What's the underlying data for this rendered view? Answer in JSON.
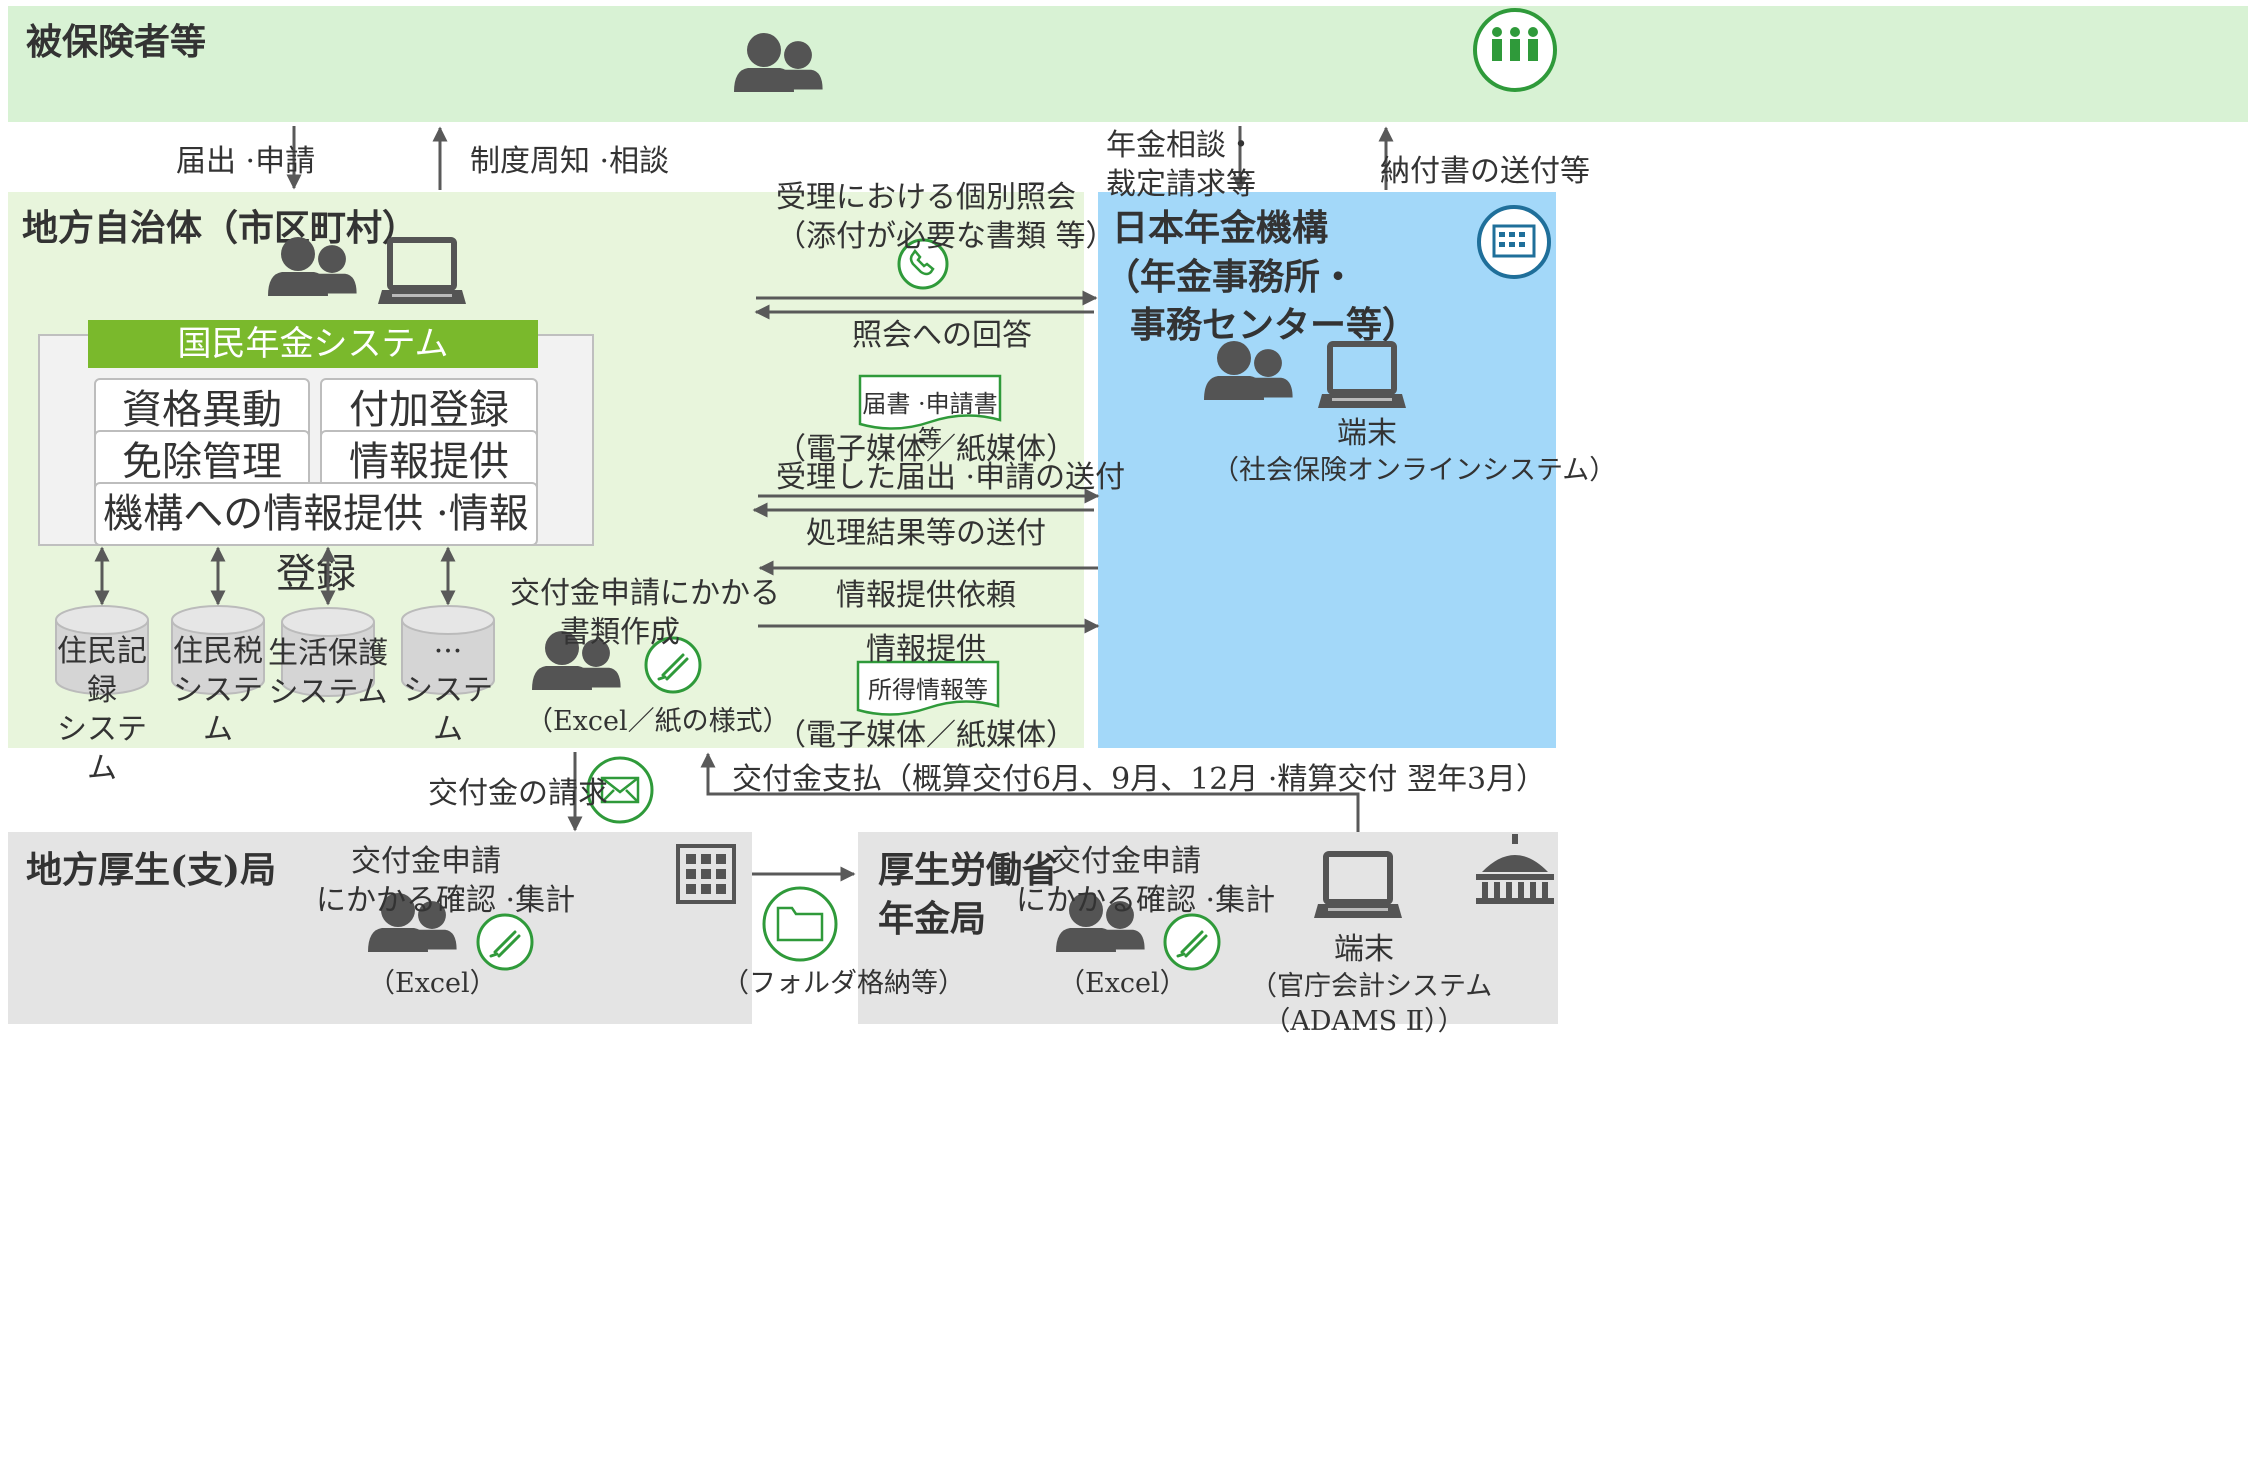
{
  "colors": {
    "citizen_bg": "#d8f2d4",
    "municipality_bg": "#e8f5dc",
    "pension_bg": "#a3d8f9",
    "bureau_bg": "#e4e4e4",
    "system_header": "#7ab92c",
    "accent_green": "#2f9a3a",
    "pension_icon": "#1f6f9a",
    "arrow": "#595959"
  },
  "citizens": {
    "title": "被保険者等",
    "icon": "people-icon",
    "badge_icon": "family-icon"
  },
  "municipality": {
    "title": "地方自治体（市区町村）",
    "system": {
      "title": "国民年金システム",
      "functions": [
        "資格異動",
        "付加登録",
        "免除管理",
        "情報提供",
        "機構への情報提供 ·情報登録"
      ]
    },
    "databases": [
      {
        "line1": "住民記録",
        "line2": "システム"
      },
      {
        "line1": "住民税",
        "line2": "システム"
      },
      {
        "line1": "生活保護",
        "line2": "システム"
      },
      {
        "line1": "···",
        "line2": "システム"
      }
    ],
    "doc_creation": {
      "title_line1": "交付金申請にかかる",
      "title_line2": "書類作成",
      "format": "（Excel／紙の様式）"
    }
  },
  "pension_org": {
    "title_line1": "日本年金機構",
    "title_line2": "（年金事務所・",
    "title_line3": "事務センター等）",
    "terminal_label": "端末",
    "terminal_sub": "（社会保険オンラインシステム）"
  },
  "regional_bureau": {
    "title": "地方厚生(支)局",
    "task_line1": "交付金申請",
    "task_line2": "にかかる確認 ·集計",
    "format": "（Excel）"
  },
  "ministry": {
    "title_line1": "厚生労働省",
    "title_line2": "年金局",
    "task_line1": "交付金申請",
    "task_line2": "にかかる確認 ·集計",
    "format": "（Excel）",
    "terminal_label": "端末",
    "terminal_sub1": "（官庁会計システム",
    "terminal_sub2": "（ADAMS Ⅱ））"
  },
  "flows": {
    "notify_apply": "届出 ·申請",
    "system_info": "制度周知 ·相談",
    "pension_consult_line1": "年金相談・",
    "pension_consult_line2": "裁定請求等",
    "payment_slip": "納付書の送付等",
    "inquiry_line1": "受理における個別照会",
    "inquiry_line2": "（添付が必要な書類 等）",
    "inquiry_reply": "照会への回答",
    "doc1": "届書 ·申請書等",
    "media1": "（電子媒体／紙媒体）",
    "send_received": "受理した届出 ·申請の送付",
    "send_results": "処理結果等の送付",
    "info_request": "情報提供依頼",
    "info_provide": "情報提供",
    "doc2": "所得情報等",
    "media2": "（電子媒体／紙媒体）",
    "grant_claim": "交付金の請求",
    "grant_payment": "交付金支払（概算交付6月、9月、12月 ·精算交付 翌年3月）",
    "folder_storage": "（フォルダ格納等）"
  }
}
